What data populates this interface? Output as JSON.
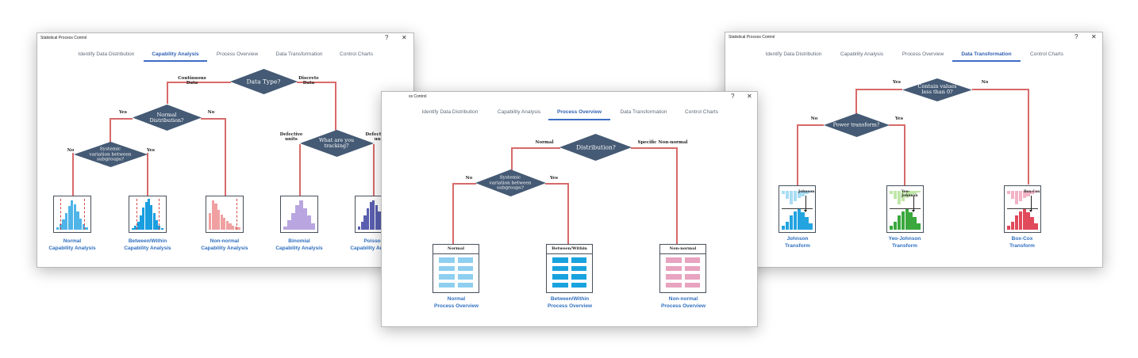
{
  "window_title": "Statistical Process Control",
  "window_title_clipped": "ss Control",
  "help_glyph": "?",
  "close_glyph": "✕",
  "tabs": [
    "Identify Data Distribution",
    "Capability Analysis",
    "Process Overview",
    "Data Transformation",
    "Control Charts"
  ],
  "colors": {
    "accent": "#3d6dc4",
    "link": "#2f6fbf",
    "diamond": "#455a74",
    "connector": "#d86a6a"
  },
  "capability": {
    "active_tab": "Capability Analysis",
    "d_data_type": "Data Type?",
    "continuous": [
      "Continuous",
      "Data"
    ],
    "discrete": [
      "Discrete",
      "Data"
    ],
    "yes": "Yes",
    "no": "No",
    "d_normal": [
      "Normal",
      "Distribution?"
    ],
    "d_systemic": [
      "Systemic",
      "variation between",
      "subgroups?"
    ],
    "d_tracking": [
      "What are you",
      "tracking?"
    ],
    "defective": [
      "Defective",
      "units"
    ],
    "defects": [
      "Defects per",
      "unit"
    ],
    "results": [
      [
        "Normal",
        "Capability Analysis"
      ],
      [
        "Between/Within",
        "Capability Analysis"
      ],
      [
        "Non-normal",
        "Capability Analysis"
      ],
      [
        "Binomial",
        "Capability Analysis"
      ],
      [
        "Poisson",
        "Capability Analysis"
      ]
    ]
  },
  "overview": {
    "active_tab": "Process Overview",
    "d_distribution": "Distribution?",
    "normal": "Normal",
    "specific": "Specific Non-normal",
    "d_systemic": [
      "Systemic",
      "variation between",
      "subgroups?"
    ],
    "no": "No",
    "yes": "Yes",
    "box_headers": [
      "Normal",
      "Between/Within",
      "Non-normal"
    ],
    "results": [
      [
        "Normal",
        "Process Overview"
      ],
      [
        "Between/Within",
        "Process Overview"
      ],
      [
        "Non-normal",
        "Process Overview"
      ]
    ]
  },
  "transformation": {
    "active_tab": "Data Transformation",
    "d_contain": [
      "Contain values",
      "less than 0?"
    ],
    "d_power": "Power transform?",
    "yes": "Yes",
    "no": "No",
    "chart_labels": [
      "Johnson",
      "Yeo-Johnson",
      "Box-Cox"
    ],
    "results": [
      [
        "Johnson",
        "Transform"
      ],
      [
        "Yeo-Johnson",
        "Transform"
      ],
      [
        "Box-Cox",
        "Transform"
      ]
    ]
  }
}
